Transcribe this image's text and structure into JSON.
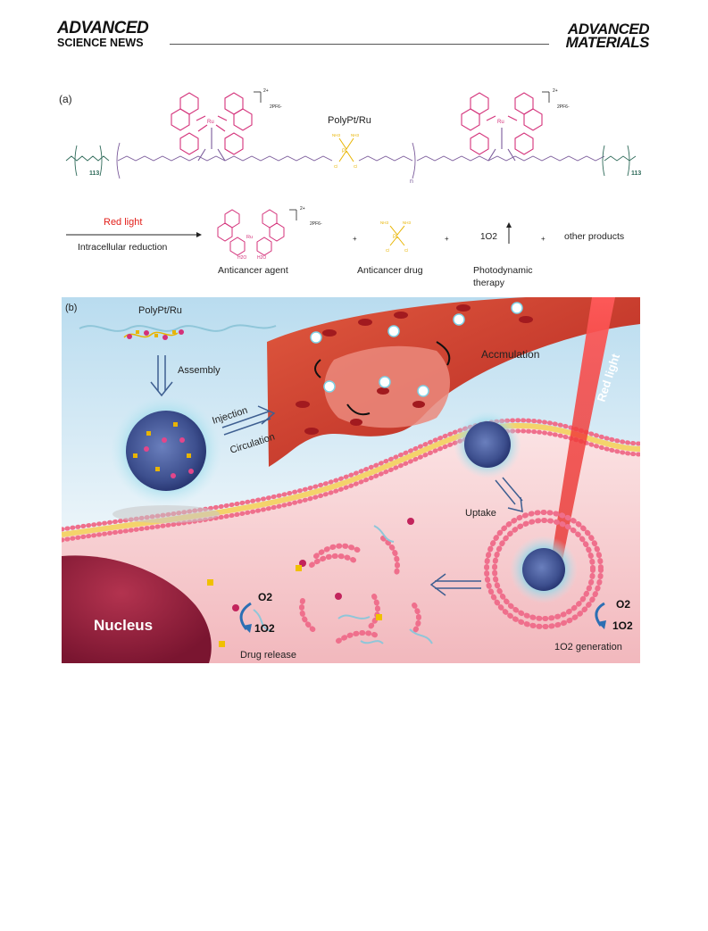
{
  "header": {
    "journal_left_top": "ADVANCED",
    "journal_left_bottom": "SCIENCE NEWS",
    "journal_right_top": "ADVANCED",
    "journal_right_bottom": "MATERIALS"
  },
  "panel_a": {
    "label": "(a)",
    "polymer_name": "PolyPt/Ru",
    "charge": "2+",
    "counter_ion": "2PF6-",
    "peg_repeat": "113",
    "repeat_n": "n",
    "arrow_top": "Red light",
    "arrow_bottom": "Intracellular reduction",
    "product_1": "Anticancer agent",
    "product_2": "Anticancer drug",
    "product_3_line1": "Photodynamic",
    "product_3_line2": "therapy",
    "singlet_oxygen": "1O2",
    "product_4": "other products",
    "plus": "+",
    "water": "H2O",
    "nh3": "NH3",
    "cl": "Cl",
    "ru": "Ru",
    "pt": "Pt"
  },
  "panel_b": {
    "label": "(b)",
    "polymer_name": "PolyPt/Ru",
    "assembly": "Assembly",
    "injection": "Injection",
    "circulation": "Circulation",
    "accumulation": "Accmulation",
    "red_light": "Red light",
    "uptake": "Uptake",
    "nucleus": "Nucleus",
    "o2": "O2",
    "singlet_o2": "1O2",
    "drug_release": "Drug release",
    "generation": "1O2 generation"
  },
  "colors": {
    "complex_magenta": "#d4317a",
    "platinum_yellow": "#e8b400",
    "peg_green": "#2f6b5a",
    "linker_purple": "#7a5a9a",
    "red_light": "#e3201b",
    "vessel_red": "#c9322b",
    "background_blue": "#cfe6f2",
    "cell_pink": "#f6cfd2",
    "nucleus": "#8e1a34"
  }
}
